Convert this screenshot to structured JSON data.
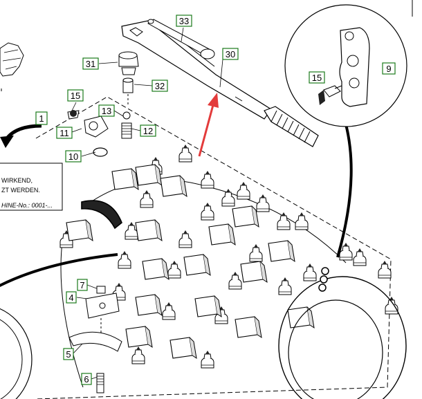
{
  "callouts": [
    {
      "id": "c33",
      "text": "33"
    },
    {
      "id": "c30",
      "text": "30"
    },
    {
      "id": "c31",
      "text": "31"
    },
    {
      "id": "c32",
      "text": "32"
    },
    {
      "id": "c15a",
      "text": "15"
    },
    {
      "id": "c13",
      "text": "13"
    },
    {
      "id": "c12",
      "text": "12"
    },
    {
      "id": "c1",
      "text": "1"
    },
    {
      "id": "c11",
      "text": "11"
    },
    {
      "id": "c10",
      "text": "10"
    },
    {
      "id": "c15b",
      "text": "15"
    },
    {
      "id": "c9",
      "text": "9"
    },
    {
      "id": "c7",
      "text": "7"
    },
    {
      "id": "c4",
      "text": "4"
    },
    {
      "id": "c5",
      "text": "5"
    },
    {
      "id": "c6",
      "text": "6"
    }
  ],
  "note_box": {
    "line1": "WIRKEND,",
    "line2": "ZT WERDEN.",
    "line3": "HINE-No.: 0001-..."
  },
  "colors": {
    "callout_border": "#1a7a1a",
    "arrow": "#e33b3b",
    "ink": "#000000"
  }
}
